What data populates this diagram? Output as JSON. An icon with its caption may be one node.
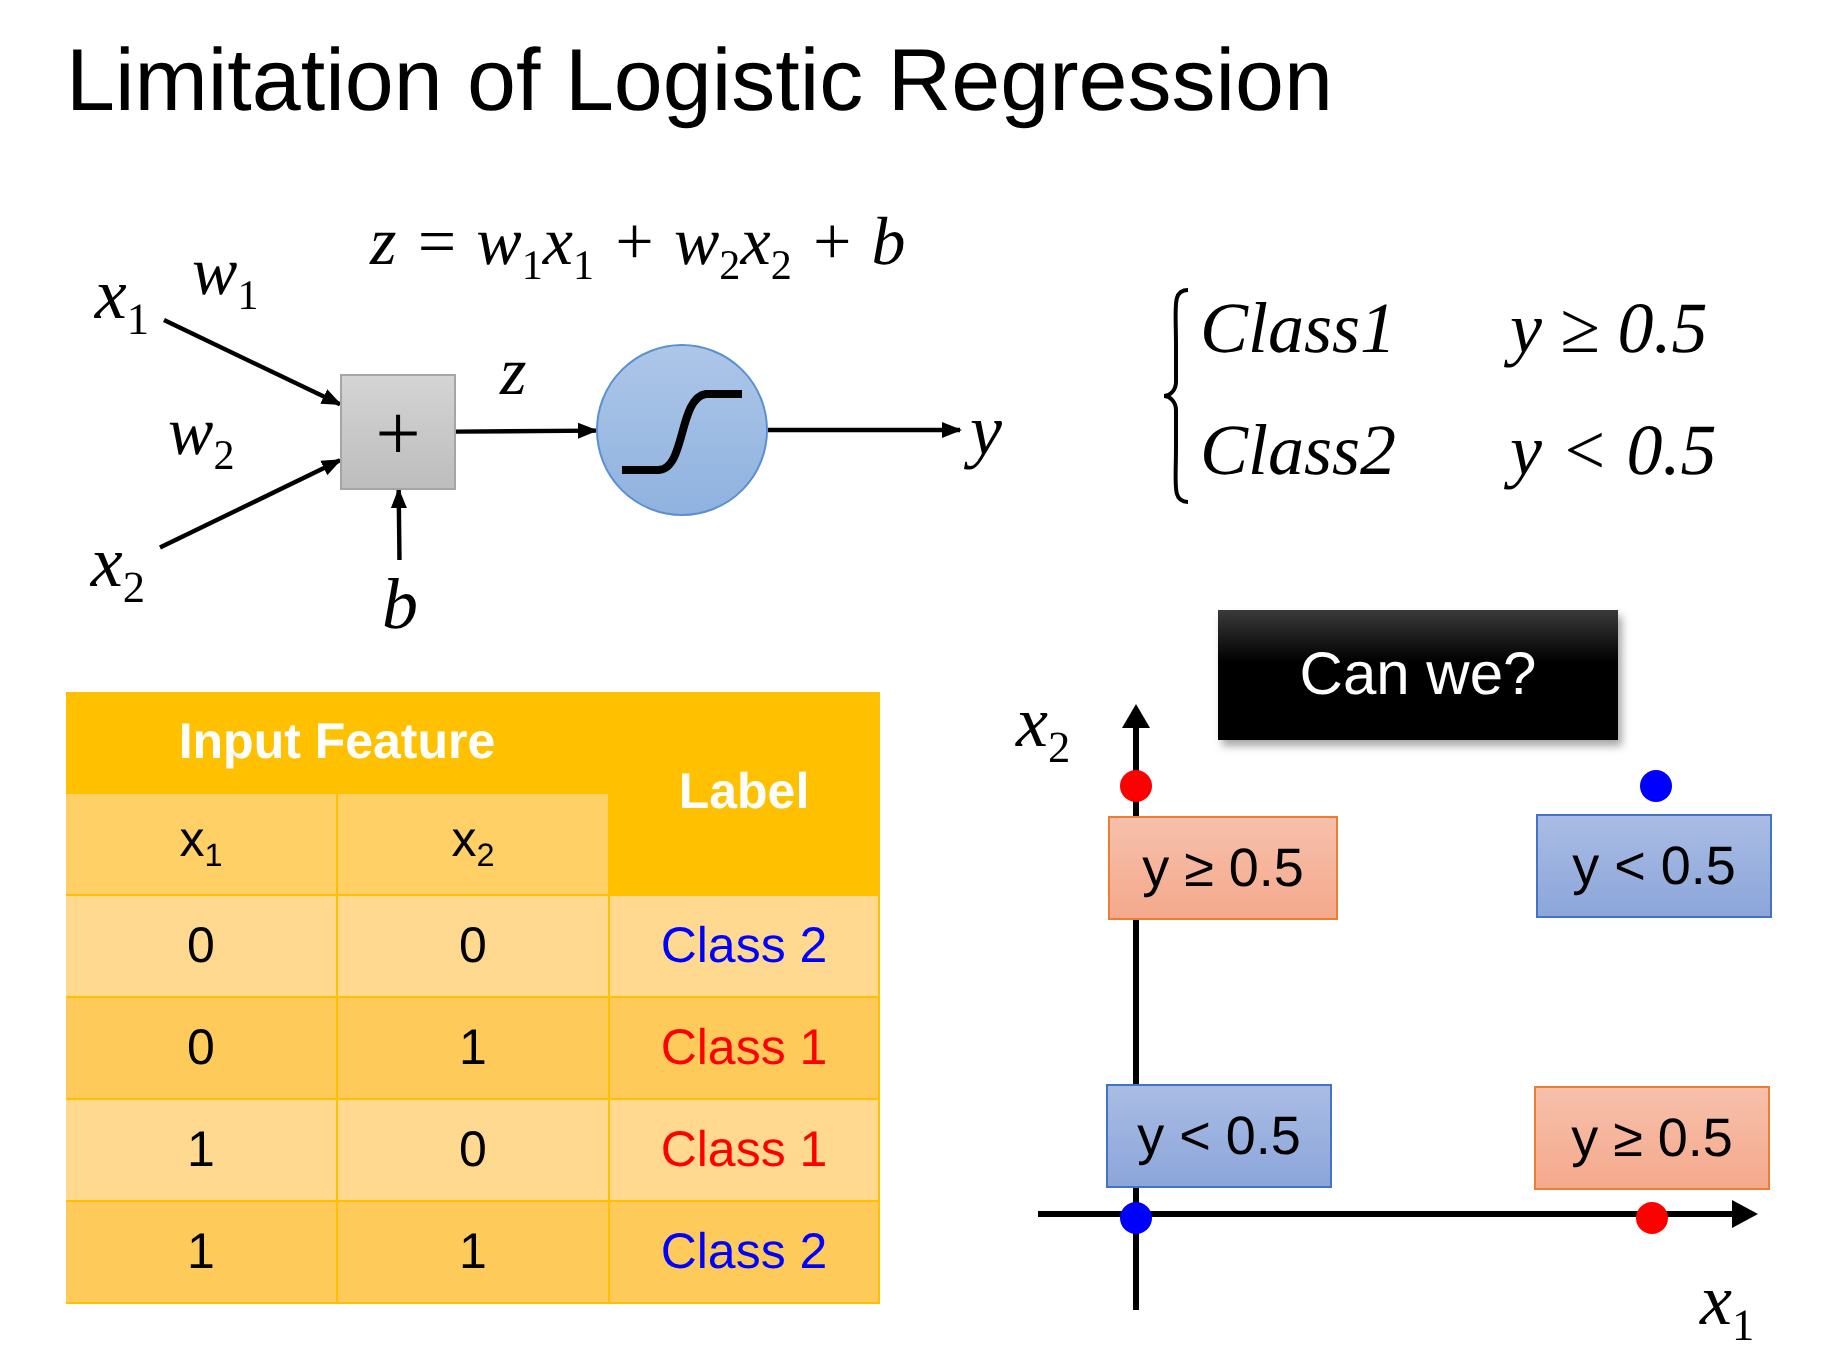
{
  "diagram": {
    "title": "Limitation of Logistic Regression",
    "nodes": [
      {
        "text": [
          "x$_{1}$"
        ]
      },
      {
        "text": [
          "x$_{2}$"
        ]
      },
      {
        "text": [
          "+"
        ]
      },
      {
        "text": [
          "b"
        ]
      },
      {
        "text": [],
        "shape": "circle"
      },
      {
        "text": [
          "y"
        ]
      },
      {
        "text": [
          "Can we?"
        ]
      },
      {
        "text": [
          "y ≥ 0.5"
        ]
      },
      {
        "text": [
          "y < 0.5"
        ]
      },
      {
        "text": [
          "y < 0.5"
        ]
      },
      {
        "text": [
          "y ≥ 0.5"
        ]
      }
    ],
    "edges": [
      {
        "from": 0,
        "to": 2,
        "arrow": "to",
        "label": "w$_{1}$"
      },
      {
        "from": 1,
        "to": 2,
        "arrow": "to",
        "label": "w$_{2}$"
      },
      {
        "from": 3,
        "to": 2,
        "arrow": "to"
      },
      {
        "from": 2,
        "to": 4,
        "arrow": "to",
        "label": "z"
      },
      {
        "from": 4,
        "to": 5,
        "arrow": "to"
      }
    ],
    "labels": [
      "z = w$_{1}$x$_{1}$ + w$_{2}$x$_{2}$ + b",
      "Class1",
      "y ≥ 0.5",
      "Class2",
      "y < 0.5",
      "Input Feature",
      "Label",
      "x$_{1}$",
      "x$_{2}$",
      "0",
      "0",
      "Class 2",
      "0",
      "1",
      "Class 1",
      "1",
      "0",
      "Class 1",
      "1",
      "1",
      "Class 2",
      "x$_{2}$",
      "x$_{1}$"
    ]
  }
}
